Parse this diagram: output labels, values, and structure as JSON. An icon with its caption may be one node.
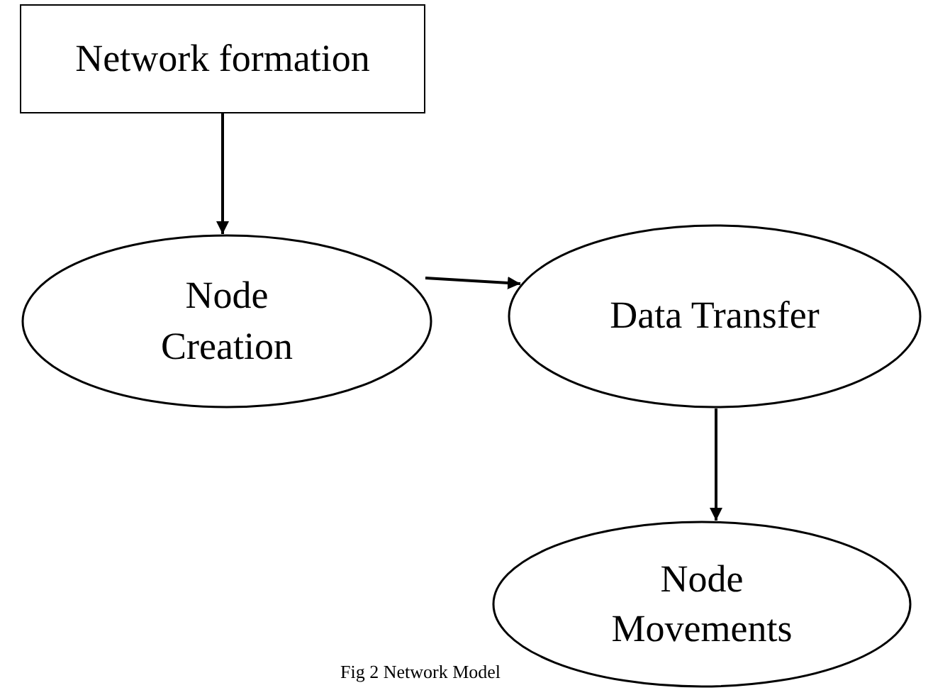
{
  "diagram": {
    "caption": "Fig 2 Network Model",
    "nodes": [
      {
        "text": [
          "Network formation"
        ]
      },
      {
        "text": [
          "Node Creation"
        ]
      },
      {
        "text": [
          "Data Transfer"
        ]
      },
      {
        "text": [
          "Node Movements"
        ]
      }
    ],
    "edges": [
      {
        "from": 0,
        "to": 1,
        "arrow": "to"
      },
      {
        "from": 1,
        "to": 2,
        "arrow": "to"
      },
      {
        "from": 2,
        "to": 3,
        "arrow": "to"
      }
    ]
  }
}
